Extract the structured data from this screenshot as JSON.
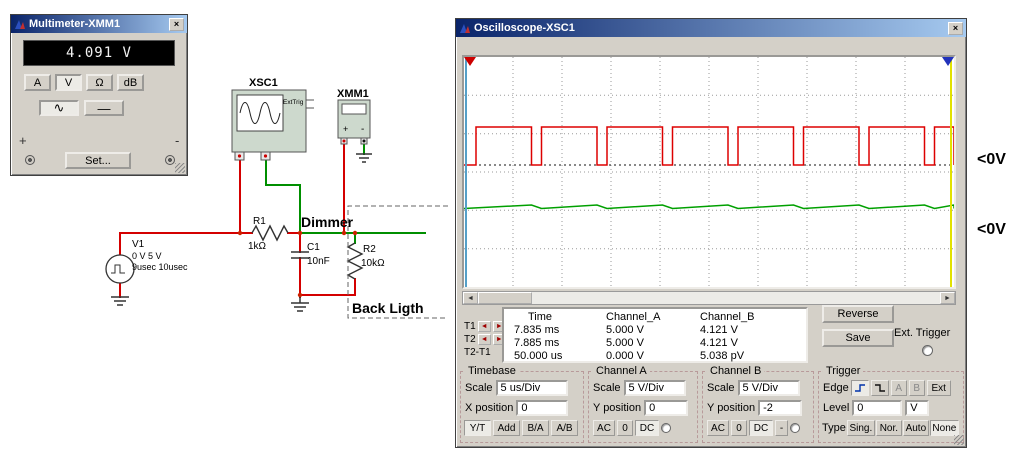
{
  "icons": {
    "close": "×",
    "scroll_left": "◄",
    "scroll_right": "►",
    "cursor_left": "◄",
    "cursor_right": "►",
    "sine_wave": "∿",
    "dc_line": "—"
  },
  "annotations": {
    "zero_v_top": "<0V",
    "zero_v_bottom": "<0V"
  },
  "multimeter": {
    "title": "Multimeter-XMM1",
    "display_value": "4.091 V",
    "mode_buttons": [
      "A",
      "V",
      "Ω",
      "dB"
    ],
    "set_button": "Set...",
    "plus": "+",
    "minus": "-"
  },
  "circuit": {
    "xsc1_label": "XSC1",
    "exttrig_label": "ExtTrig",
    "xmm1_label": "XMM1",
    "xmm1_plus": "+",
    "xmm1_minus": "-",
    "v1_name": "V1",
    "v1_value": "0 V 5 V",
    "v1_timing": "9usec 10usec",
    "r1_name": "R1",
    "r1_value": "1kΩ",
    "c1_name": "C1",
    "c1_value": "10nF",
    "r2_name": "R2",
    "r2_value": "10kΩ",
    "dimmer_label": "Dimmer",
    "backlight_label": "Back Ligth"
  },
  "scope": {
    "title": "Oscilloscope-XSC1",
    "readout": {
      "col_time": "Time",
      "col_a": "Channel_A",
      "col_b": "Channel_B",
      "rows": [
        {
          "label": "T1",
          "time": "7.835 ms",
          "a": "5.000 V",
          "b": "4.121 V"
        },
        {
          "label": "T2",
          "time": "7.885 ms",
          "a": "5.000 V",
          "b": "4.121 V"
        },
        {
          "label": "T2-T1",
          "time": "50.000 us",
          "a": "0.000 V",
          "b": "5.038 pV"
        }
      ]
    },
    "reverse_button": "Reverse",
    "save_button": "Save",
    "ext_trigger_label": "Ext. Trigger",
    "timebase": {
      "title": "Timebase",
      "scale_label": "Scale",
      "scale_value": "5 us/Div",
      "xpos_label": "X position",
      "xpos_value": "0",
      "buttons": [
        "Y/T",
        "Add",
        "B/A",
        "A/B"
      ]
    },
    "channel_a": {
      "title": "Channel A",
      "scale_label": "Scale",
      "scale_value": "5 V/Div",
      "ypos_label": "Y position",
      "ypos_value": "0",
      "buttons": [
        "AC",
        "0",
        "DC"
      ]
    },
    "channel_b": {
      "title": "Channel B",
      "scale_label": "Scale",
      "scale_value": "5 V/Div",
      "ypos_label": "Y position",
      "ypos_value": "-2",
      "buttons": [
        "AC",
        "0",
        "DC",
        "-"
      ]
    },
    "trigger": {
      "title": "Trigger",
      "edge_label": "Edge",
      "source_buttons": [
        "A",
        "B",
        "Ext"
      ],
      "level_label": "Level",
      "level_value": "0",
      "level_unit": "V",
      "type_label": "Type",
      "type_buttons": [
        "Sing.",
        "Nor.",
        "Auto",
        "None"
      ]
    }
  },
  "chart_data": {
    "type": "line",
    "title": "Oscilloscope XSC1 trace display",
    "x_axis": {
      "scale": "5 us/Div",
      "divisions": 10,
      "total_us": 50
    },
    "series": [
      {
        "name": "Channel_A",
        "color": "#dd0000",
        "waveform": "pulse",
        "low_v": 0,
        "high_v": 5,
        "period_us": 10,
        "high_us": 9,
        "scale": "5 V/Div",
        "y_position": 0
      },
      {
        "name": "Channel_B",
        "color": "#00a000",
        "waveform": "ripple",
        "mean_v": 4.121,
        "scale": "5 V/Div",
        "y_position": -2
      }
    ],
    "render": {
      "grid": {
        "cols": 10,
        "rows": 6
      },
      "axis_y": 108,
      "red": {
        "y_low": 108,
        "y_high": 70,
        "period": 65.5,
        "gap": 10,
        "first_rise": 12
      },
      "green": {
        "y_top": 148,
        "y_bottom": 151.5,
        "period": 65.5,
        "first": 12
      }
    }
  }
}
